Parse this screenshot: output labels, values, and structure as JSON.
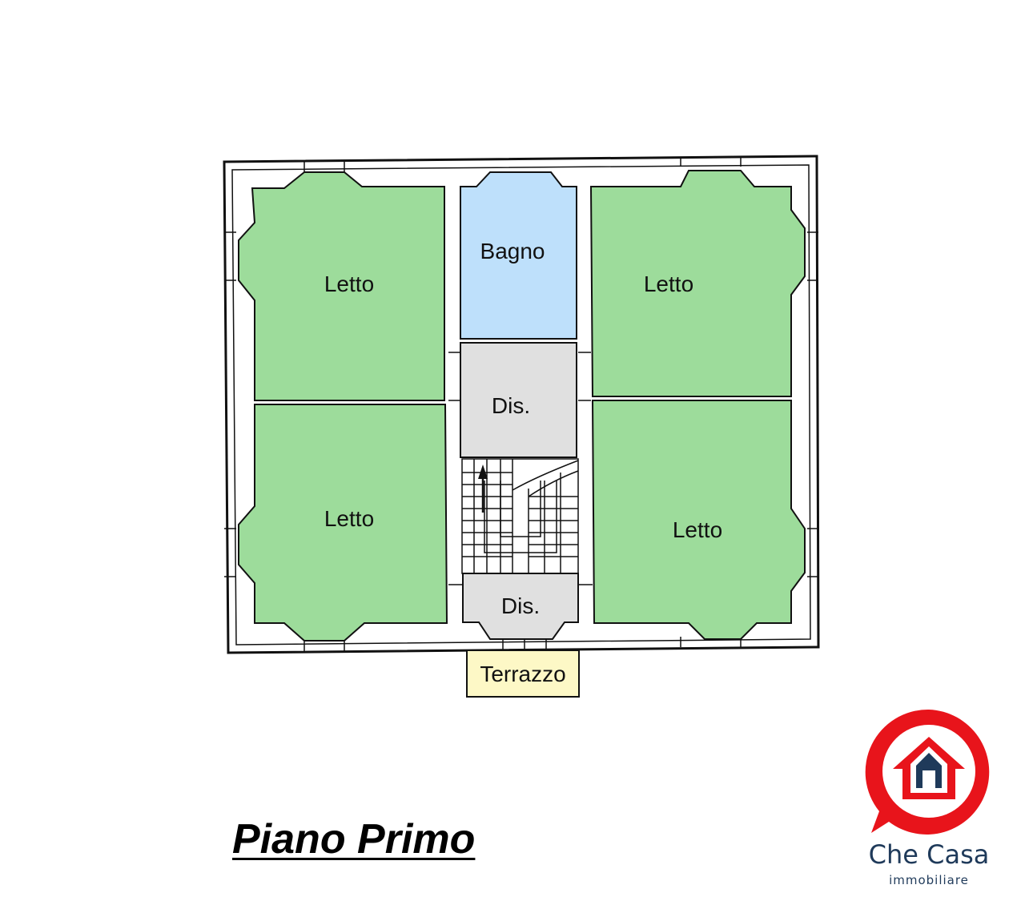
{
  "plan": {
    "title": "Piano Primo",
    "colors": {
      "bedroom": "#9ddc9b",
      "bathroom": "#bee0fb",
      "hallway": "#e0e0e0",
      "terrace": "#fdf8c6",
      "wall": "#111111"
    },
    "rooms": [
      {
        "id": "letto-top-left",
        "label": "Letto",
        "type": "bedroom"
      },
      {
        "id": "letto-bottom-left",
        "label": "Letto",
        "type": "bedroom"
      },
      {
        "id": "bagno",
        "label": "Bagno",
        "type": "bathroom"
      },
      {
        "id": "dis-upper",
        "label": "Dis.",
        "type": "hallway"
      },
      {
        "id": "dis-lower",
        "label": "Dis.",
        "type": "hallway"
      },
      {
        "id": "letto-top-right",
        "label": "Letto",
        "type": "bedroom"
      },
      {
        "id": "letto-bottom-right",
        "label": "Letto",
        "type": "bedroom"
      },
      {
        "id": "terrazzo",
        "label": "Terrazzo",
        "type": "terrace"
      }
    ]
  },
  "logo": {
    "name": "Che Casa",
    "tagline": "immobiliare",
    "ring_color": "#e8141b",
    "house_color": "#1f3a5a"
  }
}
